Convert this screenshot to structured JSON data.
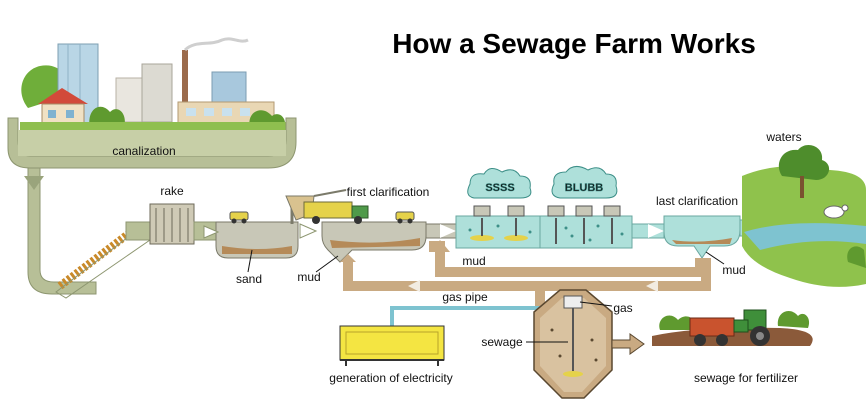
{
  "title": "How a Sewage Farm Works",
  "labels": {
    "canalization": "canalization",
    "rake": "rake",
    "first_clarification": "first clarification",
    "sand": "sand",
    "mud_first": "mud",
    "mud_return": "mud",
    "mud_last": "mud",
    "last_clarification": "last clarification",
    "waters": "waters",
    "gas_pipe": "gas pipe",
    "gas": "gas",
    "sewage": "sewage",
    "generation_of_electricity": "generation of electricity",
    "sewage_for_fertilizer": "sewage for fertilizer"
  },
  "bubbles": {
    "left": "SSSS",
    "right": "BLUBB"
  },
  "colors": {
    "pipe_tan": "#c9aa82",
    "pipe_olive": "#b7bf97",
    "water_teal": "#aee0da",
    "tank_gray": "#c8c7b7",
    "sludge": "#b58a58",
    "gas_pipe": "#7ec3d0",
    "generator_yellow": "#f4e542",
    "grass_green": "#7db83c"
  }
}
